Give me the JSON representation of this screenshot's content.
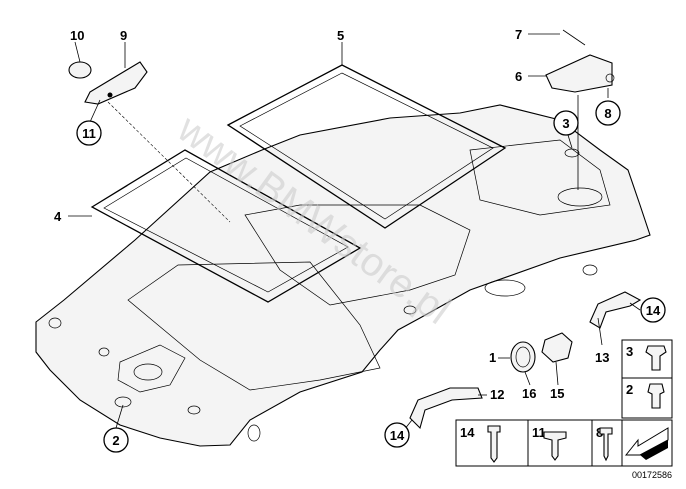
{
  "diagram": {
    "callouts": {
      "c1": "1",
      "c2": "2",
      "c3": "3",
      "c4": "4",
      "c5": "5",
      "c6": "6",
      "c7": "7",
      "c8": "8",
      "c9": "9",
      "c10": "10",
      "c11": "11",
      "c12": "12",
      "c13": "13",
      "c14a": "14",
      "c14b": "14",
      "c15": "15",
      "c16": "16"
    },
    "legend": {
      "r1c1": "3",
      "r1c2": "2",
      "r2c1": "14",
      "r2c2": "11",
      "r2c3": "8"
    },
    "watermark": "www.BMWstore.pl",
    "image_number": "00172586"
  }
}
